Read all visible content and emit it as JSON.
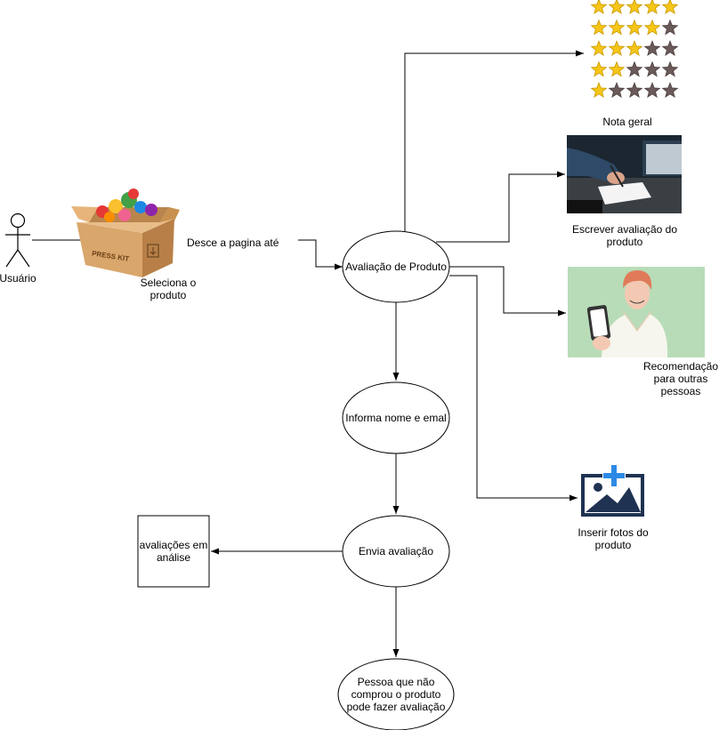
{
  "actor": {
    "label": "Usuário"
  },
  "product_box": {
    "box_text": "PRESS KIT",
    "caption": "Seleciona o produto"
  },
  "edges": {
    "scroll_label": "Desce a pagina até"
  },
  "nodes": {
    "review": "Avaliação de Produto",
    "inform": "Informa nome e emal",
    "send": "Envia avaliação",
    "nonbuyer": "Pessoa que não comprou o produto pode fazer avaliação",
    "analysis": "avaliações em análise"
  },
  "features": {
    "rating": {
      "caption": "Nota geral",
      "rows": [
        5,
        4,
        3,
        2,
        1
      ],
      "max": 5
    },
    "write": {
      "caption": "Escrever avaliação do produto"
    },
    "recommend": {
      "caption": "Recomendação para outras pessoas"
    },
    "photos": {
      "caption": "Inserir fotos do produto"
    }
  },
  "colors": {
    "star_filled": "#f5c518",
    "star_empty": "#6b5a5a",
    "photo_icon": "#1f3252",
    "photo_plus": "#2b8ae6",
    "recommend_bg": "#b8dcb8",
    "box": "#d9a66b"
  }
}
